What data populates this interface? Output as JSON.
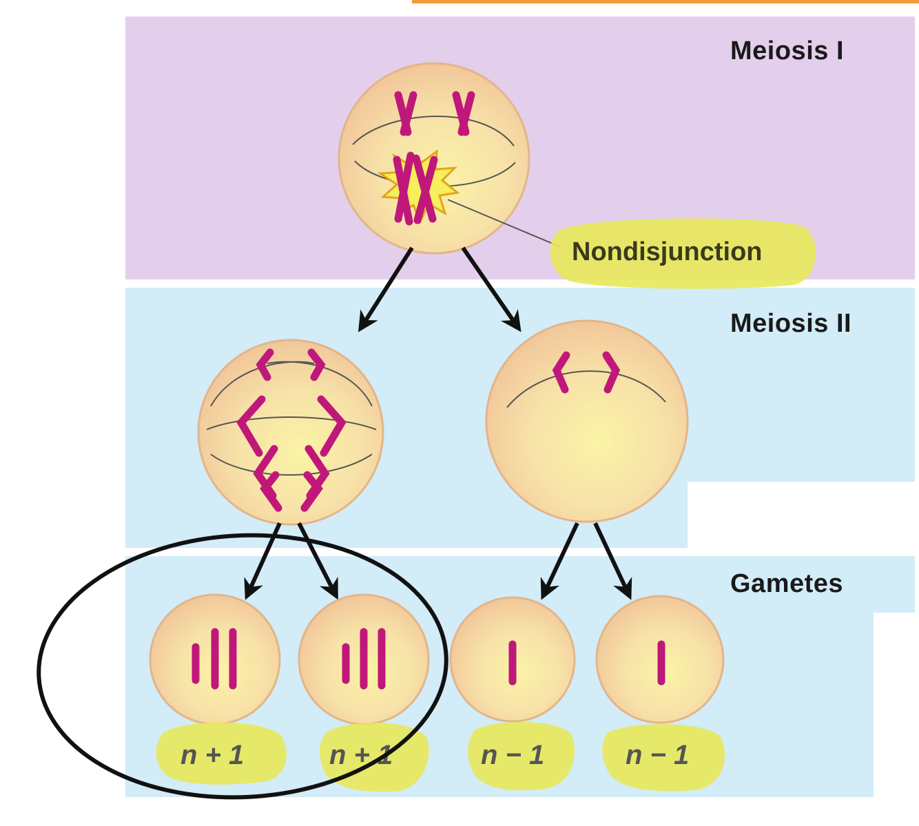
{
  "stages": {
    "meiosis_1": "Meiosis I",
    "meiosis_2": "Meiosis II",
    "gametes": "Gametes"
  },
  "callout": "Nondisjunction",
  "gamete_labels": [
    "n + 1",
    "n + 1",
    "n − 1",
    "n − 1"
  ],
  "colors": {
    "meiosis_1_band": "#e3cfec",
    "meiosis_2_band": "#d2ecf8",
    "chromosome": "#c0187a",
    "cell_fill": "#f6dcae",
    "highlight": "#e8e85a",
    "accent_bar": "#f29a3a"
  }
}
